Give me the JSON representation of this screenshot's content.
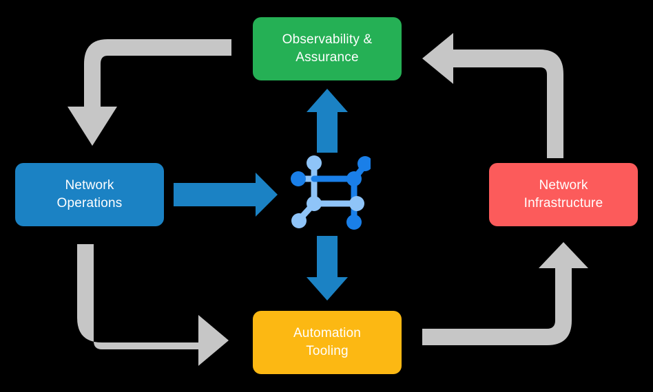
{
  "diagram": {
    "title": "Network automation lifecycle loop",
    "background_color": "#000000",
    "boxes": [
      {
        "id": "observability",
        "label": "Observability &\nAssurance",
        "color": "#25b055",
        "position": "top"
      },
      {
        "id": "network-operations",
        "label": "Network\nOperations",
        "color": "#1b82c4",
        "position": "left"
      },
      {
        "id": "network-infrastructure",
        "label": "Network\nInfrastructure",
        "color": "#fc5b5b",
        "position": "right"
      },
      {
        "id": "automation-tooling",
        "label": "Automation\nTooling",
        "color": "#fcb813",
        "position": "bottom"
      }
    ],
    "center_icon": {
      "name": "network-topology-icon",
      "primary_color": "#1a7fe8",
      "secondary_color": "#8fc4f8"
    },
    "arrows": [
      {
        "id": "ops-to-center",
        "name": "arrow-network-operations-to-center",
        "color": "#1b82c4",
        "direction": "right",
        "style": "straight"
      },
      {
        "id": "center-to-observability",
        "name": "arrow-center-to-observability",
        "color": "#1b82c4",
        "direction": "up",
        "style": "straight"
      },
      {
        "id": "center-to-automation",
        "name": "arrow-center-to-automation-tooling",
        "color": "#1b82c4",
        "direction": "down",
        "style": "straight"
      },
      {
        "id": "observability-to-ops",
        "name": "arrow-observability-to-network-operations",
        "color": "#c6c6c6",
        "direction": "down",
        "style": "elbow"
      },
      {
        "id": "infrastructure-to-observability",
        "name": "arrow-network-infrastructure-to-observability",
        "color": "#c6c6c6",
        "direction": "left",
        "style": "elbow"
      },
      {
        "id": "ops-to-automation",
        "name": "arrow-network-operations-to-automation-tooling",
        "color": "#c6c6c6",
        "direction": "right",
        "style": "elbow"
      },
      {
        "id": "automation-to-infrastructure",
        "name": "arrow-automation-tooling-to-network-infrastructure",
        "color": "#c6c6c6",
        "direction": "up",
        "style": "elbow"
      }
    ]
  }
}
